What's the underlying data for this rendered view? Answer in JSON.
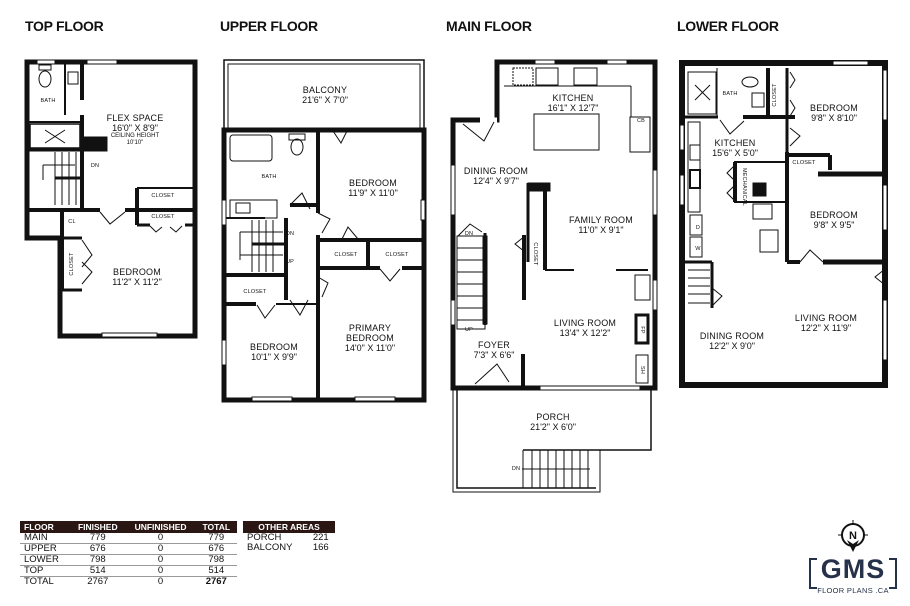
{
  "floors": {
    "top": {
      "title": "TOP FLOOR",
      "rooms": {
        "bath": "BATH",
        "flex_name": "FLEX SPACE",
        "flex_dim": "16'0\" X 8'9\"",
        "flex_ceiling": "CEILING HEIGHT",
        "flex_ceiling_val": "10'10\"",
        "dn": "DN",
        "closet1": "CLOSET",
        "closet2": "CLOSET",
        "cl": "CL",
        "closet_vert": "CLOSET",
        "bedroom_name": "BEDROOM",
        "bedroom_dim": "11'2\" X 11'2\""
      }
    },
    "upper": {
      "title": "UPPER FLOOR",
      "rooms": {
        "balcony_name": "BALCONY",
        "balcony_dim": "21'6\" X 7'0\"",
        "bath": "BATH",
        "bedroom1_name": "BEDROOM",
        "bedroom1_dim": "11'9\" X 11'0\"",
        "dn": "DN",
        "up": "UP",
        "closet1": "CLOSET",
        "closet2": "CLOSET",
        "closet3": "CLOSET",
        "bedroom2_name": "BEDROOM",
        "bedroom2_dim": "10'1\" X 9'9\"",
        "primary_name1": "PRIMARY",
        "primary_name2": "BEDROOM",
        "primary_dim": "14'0\" X 11'0\""
      }
    },
    "main": {
      "title": "MAIN FLOOR",
      "rooms": {
        "kitchen_name": "KITCHEN",
        "kitchen_dim": "16'1\" X 12'7\"",
        "cb": "CB",
        "dining_name": "DINING ROOM",
        "dining_dim": "12'4\" X 9'7\"",
        "family_name": "FAMILY ROOM",
        "family_dim": "11'0\" X 9'1\"",
        "dn": "DN",
        "closet": "CLOSET",
        "up": "UP",
        "living_name": "LIVING ROOM",
        "living_dim": "13'4\" X 12'2\"",
        "foyer_name": "FOYER",
        "foyer_dim": "7'3\" X 6'6\"",
        "fp": "FP",
        "sh": "SH",
        "porch_name": "PORCH",
        "porch_dim": "21'2\" X 6'0\"",
        "porch_dn": "DN"
      }
    },
    "lower": {
      "title": "LOWER FLOOR",
      "rooms": {
        "bath": "BATH",
        "closet_vert": "CLOSET",
        "bedroom1_name": "BEDROOM",
        "bedroom1_dim": "9'8\" X 8'10\"",
        "kitchen_name": "KITCHEN",
        "kitchen_dim": "15'6\" X 5'0\"",
        "closet": "CLOSET",
        "mechanical": "MECHANICAL",
        "bedroom2_name": "BEDROOM",
        "bedroom2_dim": "9'8\" X 9'5\"",
        "d": "D",
        "w": "W",
        "living_name": "LIVING ROOM",
        "living_dim": "12'2\" X 11'9\"",
        "dining_name": "DINING ROOM",
        "dining_dim": "12'2\" X 9'0\""
      }
    }
  },
  "area_table": {
    "headers": [
      "FLOOR",
      "FINISHED",
      "UNFINISHED",
      "TOTAL"
    ],
    "rows": [
      [
        "MAIN",
        "779",
        "0",
        "779"
      ],
      [
        "UPPER",
        "676",
        "0",
        "676"
      ],
      [
        "LOWER",
        "798",
        "0",
        "798"
      ],
      [
        "TOP",
        "514",
        "0",
        "514"
      ],
      [
        "TOTAL",
        "2767",
        "0",
        "2767"
      ]
    ]
  },
  "other_areas": {
    "header": "OTHER AREAS",
    "rows": [
      [
        "PORCH",
        "221"
      ],
      [
        "BALCONY",
        "166"
      ]
    ]
  },
  "logo": {
    "compass_letter": "N",
    "brand": "GMS",
    "subtitle": "FLOOR PLANS .CA",
    "color": "#26324a"
  },
  "colors": {
    "wall": "#111111",
    "table_header_bg": "#2a1714"
  }
}
